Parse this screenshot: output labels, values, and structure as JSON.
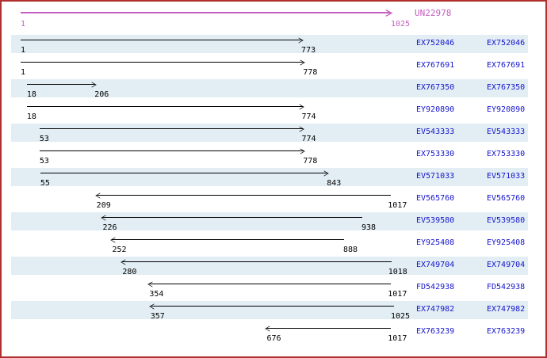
{
  "ruler": {
    "name": "UN22978",
    "start": 1,
    "end": 1025,
    "start_label": "1",
    "end_label": "1025"
  },
  "rows": [
    {
      "accession": "EX752046",
      "start": 1,
      "end": 773,
      "direction": "forward"
    },
    {
      "accession": "EX767691",
      "start": 1,
      "end": 778,
      "direction": "forward"
    },
    {
      "accession": "EX767350",
      "start": 18,
      "end": 206,
      "direction": "forward"
    },
    {
      "accession": "EY920890",
      "start": 18,
      "end": 774,
      "direction": "forward"
    },
    {
      "accession": "EV543333",
      "start": 53,
      "end": 774,
      "direction": "forward"
    },
    {
      "accession": "EX753330",
      "start": 53,
      "end": 778,
      "direction": "forward"
    },
    {
      "accession": "EV571033",
      "start": 55,
      "end": 843,
      "direction": "forward"
    },
    {
      "accession": "EV565760",
      "start": 209,
      "end": 1017,
      "direction": "reverse"
    },
    {
      "accession": "EV539580",
      "start": 226,
      "end": 938,
      "direction": "reverse"
    },
    {
      "accession": "EY925408",
      "start": 252,
      "end": 888,
      "direction": "reverse"
    },
    {
      "accession": "EX749704",
      "start": 280,
      "end": 1018,
      "direction": "reverse"
    },
    {
      "accession": "FD542938",
      "start": 354,
      "end": 1017,
      "direction": "reverse"
    },
    {
      "accession": "EX747982",
      "start": 357,
      "end": 1025,
      "direction": "reverse"
    },
    {
      "accession": "EX763239",
      "start": 676,
      "end": 1017,
      "direction": "reverse"
    }
  ],
  "colors": {
    "frame_border": "#b03030",
    "row_shade": "#e2eef4",
    "ruler_magenta": "#c45ec0",
    "accession_blue": "#1515cc",
    "arrow_black": "#000000"
  }
}
